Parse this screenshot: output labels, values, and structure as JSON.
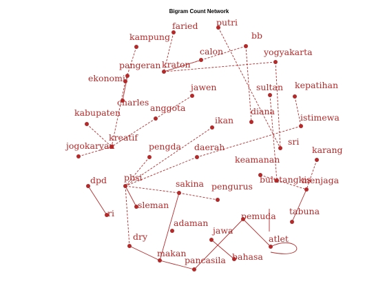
{
  "title": "Bigram Count Network",
  "colors": {
    "node": "#b22a2a",
    "edge": "#b22a2a",
    "background": "#ffffff"
  },
  "nodes": [
    "kampung",
    "faried",
    "putri",
    "bb",
    "calon",
    "yogyakarta",
    "pangeran",
    "kraton",
    "ekonomi",
    "sultan",
    "kepatihan",
    "jawen",
    "charles",
    "anggota",
    "diana",
    "kabupaten",
    "istimewa",
    "ikan",
    "kreatif",
    "sri",
    "jogokaryan",
    "pengda",
    "daerah",
    "karang",
    "keamanan",
    "pbsi",
    "bulutangkis",
    "menjaga",
    "dpd",
    "sakina",
    "pengurus",
    "sleman",
    "tabuna",
    "ri",
    "pemuda",
    "adaman",
    "jawa",
    "dry",
    "atlet",
    "makan",
    "pancasila",
    "bahasa"
  ],
  "edges": [
    [
      "kampung",
      "ekonomi"
    ],
    [
      "faried",
      "kraton"
    ],
    [
      "putri",
      "sri"
    ],
    [
      "bb",
      "diana"
    ],
    [
      "calon",
      "kraton"
    ],
    [
      "yogyakarta",
      "kraton"
    ],
    [
      "pangeran",
      "charles"
    ],
    [
      "ekonomi",
      "kreatif"
    ],
    [
      "kabupaten",
      "kreatif"
    ],
    [
      "sultan",
      "bulutangkis"
    ],
    [
      "kepatihan",
      "istimewa"
    ],
    [
      "jawen",
      "anggota"
    ],
    [
      "anggota",
      "kreatif"
    ],
    [
      "bb",
      "kraton"
    ],
    [
      "yogyakarta",
      "sri"
    ],
    [
      "istimewa",
      "daerah"
    ],
    [
      "ikan",
      "pbsi"
    ],
    [
      "jogokaryan",
      "kreatif"
    ],
    [
      "pengda",
      "pbsi"
    ],
    [
      "daerah",
      "pbsi"
    ],
    [
      "karang",
      "menjaga"
    ],
    [
      "keamanan",
      "menjaga"
    ],
    [
      "pbsi",
      "dry"
    ],
    [
      "pbsi",
      "sakina"
    ],
    [
      "pbsi",
      "sleman"
    ],
    [
      "sakina",
      "pengurus"
    ],
    [
      "sakina",
      "makan"
    ],
    [
      "dpd",
      "ri"
    ],
    [
      "menjaga",
      "tabuna"
    ],
    [
      "pemuda",
      "pancasila"
    ],
    [
      "jawa",
      "bahasa"
    ],
    [
      "makan",
      "pancasila"
    ],
    [
      "dry",
      "makan"
    ],
    [
      "atlet",
      "atlet"
    ],
    [
      "pemuda",
      "atlet"
    ]
  ]
}
